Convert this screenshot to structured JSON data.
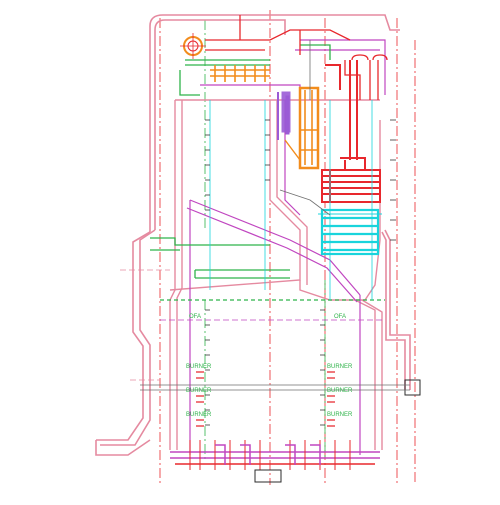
{
  "colors": {
    "background": "#ffffff",
    "red": "#e8282d",
    "pink": "#e58aa0",
    "magenta": "#c046c0",
    "green": "#2fb34a",
    "cyan": "#19d4dc",
    "orange": "#f28c1c",
    "purple": "#9b5bd6",
    "gray": "#6f6f6f",
    "dark": "#2b2b2b"
  },
  "labels": {
    "ofa_left": "OFA",
    "ofa_right": "OFA",
    "burner_left_1": "BURNER",
    "burner_left_2": "BURNER",
    "burner_left_3": "BURNER",
    "burner_right_1": "BURNER",
    "burner_right_2": "BURNER",
    "burner_right_3": "BURNER"
  }
}
